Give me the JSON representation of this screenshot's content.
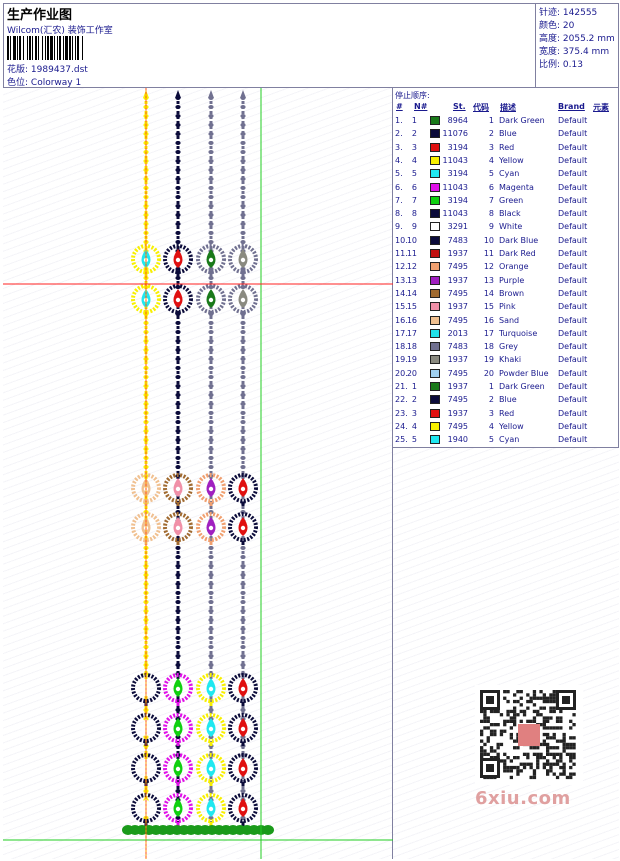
{
  "header": {
    "title": "生产作业图",
    "company": "Wilcom(汇农) 装饰工作室",
    "design_label": "花版:",
    "design_file": "1989437.dst",
    "colorway_label": "色位:",
    "colorway": "Colorway 1"
  },
  "specs": [
    {
      "label": "针迹:",
      "value": "142555"
    },
    {
      "label": "颜色:",
      "value": "20"
    },
    {
      "label": "高度:",
      "value": "2055.2 mm"
    },
    {
      "label": "宽度:",
      "value": "375.4 mm"
    },
    {
      "label": "比例:",
      "value": "0.13"
    }
  ],
  "stop_sequence": {
    "title": "停止顺序:",
    "columns": {
      "index": "#",
      "n": "N#",
      "st": "St.",
      "code": "代码",
      "desc": "描述",
      "brand": "Brand",
      "elem": "元素"
    },
    "rows": [
      {
        "index": "1.",
        "n": "1",
        "color": "#1a7a1a",
        "st": "8964",
        "code": "1",
        "desc": "Dark Green",
        "brand": "Default"
      },
      {
        "index": "2.",
        "n": "2",
        "color": "#0b0b3a",
        "st": "11076",
        "code": "2",
        "desc": "Blue",
        "brand": "Default"
      },
      {
        "index": "3.",
        "n": "3",
        "color": "#e01010",
        "st": "3194",
        "code": "3",
        "desc": "Red",
        "brand": "Default"
      },
      {
        "index": "4.",
        "n": "4",
        "color": "#f8f000",
        "st": "11043",
        "code": "4",
        "desc": "Yellow",
        "brand": "Default"
      },
      {
        "index": "5.",
        "n": "5",
        "color": "#20e8f0",
        "st": "3194",
        "code": "5",
        "desc": "Cyan",
        "brand": "Default"
      },
      {
        "index": "6.",
        "n": "6",
        "color": "#e010e8",
        "st": "11043",
        "code": "6",
        "desc": "Magenta",
        "brand": "Default"
      },
      {
        "index": "7.",
        "n": "7",
        "color": "#10d010",
        "st": "3194",
        "code": "7",
        "desc": "Green",
        "brand": "Default"
      },
      {
        "index": "8.",
        "n": "8",
        "color": "#0b0b3a",
        "st": "11043",
        "code": "8",
        "desc": "Black",
        "brand": "Default"
      },
      {
        "index": "9.",
        "n": "9",
        "color": "#ffffff",
        "st": "3291",
        "code": "9",
        "desc": "White",
        "brand": "Default"
      },
      {
        "index": "10.",
        "n": "10",
        "color": "#0b0b3a",
        "st": "7483",
        "code": "10",
        "desc": "Dark Blue",
        "brand": "Default"
      },
      {
        "index": "11.",
        "n": "11",
        "color": "#c01010",
        "st": "1937",
        "code": "11",
        "desc": "Dark Red",
        "brand": "Default"
      },
      {
        "index": "12.",
        "n": "12",
        "color": "#f0a070",
        "st": "7495",
        "code": "12",
        "desc": "Orange",
        "brand": "Default"
      },
      {
        "index": "13.",
        "n": "13",
        "color": "#a020c0",
        "st": "1937",
        "code": "13",
        "desc": "Purple",
        "brand": "Default"
      },
      {
        "index": "14.",
        "n": "14",
        "color": "#a06a30",
        "st": "7495",
        "code": "14",
        "desc": "Brown",
        "brand": "Default"
      },
      {
        "index": "15.",
        "n": "15",
        "color": "#f090a8",
        "st": "1937",
        "code": "15",
        "desc": "Pink",
        "brand": "Default"
      },
      {
        "index": "16.",
        "n": "16",
        "color": "#f0c090",
        "st": "7495",
        "code": "16",
        "desc": "Sand",
        "brand": "Default"
      },
      {
        "index": "17.",
        "n": "17",
        "color": "#20e0e8",
        "st": "2013",
        "code": "17",
        "desc": "Turquoise",
        "brand": "Default"
      },
      {
        "index": "18.",
        "n": "18",
        "color": "#707090",
        "st": "7483",
        "code": "18",
        "desc": "Grey",
        "brand": "Default"
      },
      {
        "index": "19.",
        "n": "19",
        "color": "#8a8a80",
        "st": "1937",
        "code": "19",
        "desc": "Khaki",
        "brand": "Default"
      },
      {
        "index": "20.",
        "n": "20",
        "color": "#a0d0f0",
        "st": "7495",
        "code": "20",
        "desc": "Powder Blue",
        "brand": "Default"
      },
      {
        "index": "21.",
        "n": "1",
        "color": "#1a7a1a",
        "st": "1937",
        "code": "1",
        "desc": "Dark Green",
        "brand": "Default"
      },
      {
        "index": "22.",
        "n": "2",
        "color": "#0b0b3a",
        "st": "7495",
        "code": "2",
        "desc": "Blue",
        "brand": "Default"
      },
      {
        "index": "23.",
        "n": "3",
        "color": "#e01010",
        "st": "1937",
        "code": "3",
        "desc": "Red",
        "brand": "Default"
      },
      {
        "index": "24.",
        "n": "4",
        "color": "#f8f000",
        "st": "7495",
        "code": "4",
        "desc": "Yellow",
        "brand": "Default"
      },
      {
        "index": "25.",
        "n": "5",
        "color": "#20e8f0",
        "st": "1940",
        "code": "5",
        "desc": "Cyan",
        "brand": "Default"
      }
    ]
  },
  "watermark": "6xiu.com",
  "strands": [
    {
      "chain": "#f8f000",
      "beads": [
        {
          "outer": "#f8f000",
          "inner": "#20e8f0",
          "dot": "#ffffff"
        },
        {
          "outer": "#f8f000",
          "inner": "#20e8f0",
          "dot": "#ffffff"
        },
        {
          "outer": "#f0c090",
          "inner": "#f0c090",
          "dot": "#ffffff"
        },
        {
          "outer": "#f0c090",
          "inner": "#f0c090",
          "dot": "#ffffff"
        },
        {
          "outer": "#0b0b3a",
          "inner": "#ffffff",
          "dot": "#ffffff"
        },
        {
          "outer": "#0b0b3a",
          "inner": "#ffffff",
          "dot": "#ffffff"
        },
        {
          "outer": "#0b0b3a",
          "inner": "#ffffff",
          "dot": "#ffffff"
        },
        {
          "outer": "#0b0b3a",
          "inner": "#ffffff",
          "dot": "#ffffff"
        }
      ]
    },
    {
      "chain": "#0b0b3a",
      "beads": [
        {
          "outer": "#0b0b3a",
          "inner": "#e01010",
          "dot": "#ffffff"
        },
        {
          "outer": "#0b0b3a",
          "inner": "#e01010",
          "dot": "#ffffff"
        },
        {
          "outer": "#a06a30",
          "inner": "#f090a8",
          "dot": "#ffffff"
        },
        {
          "outer": "#a06a30",
          "inner": "#f090a8",
          "dot": "#ffffff"
        },
        {
          "outer": "#e010e8",
          "inner": "#10d010",
          "dot": "#ffffff"
        },
        {
          "outer": "#e010e8",
          "inner": "#10d010",
          "dot": "#ffffff"
        },
        {
          "outer": "#e010e8",
          "inner": "#10d010",
          "dot": "#ffffff"
        },
        {
          "outer": "#e010e8",
          "inner": "#10d010",
          "dot": "#ffffff"
        }
      ]
    },
    {
      "chain": "#707090",
      "beads": [
        {
          "outer": "#707090",
          "inner": "#1a7a1a",
          "dot": "#ffffff"
        },
        {
          "outer": "#707090",
          "inner": "#1a7a1a",
          "dot": "#ffffff"
        },
        {
          "outer": "#f0a070",
          "inner": "#a020c0",
          "dot": "#ffffff"
        },
        {
          "outer": "#f0a070",
          "inner": "#a020c0",
          "dot": "#ffffff"
        },
        {
          "outer": "#f8f000",
          "inner": "#20e8f0",
          "dot": "#ffffff"
        },
        {
          "outer": "#f8f000",
          "inner": "#20e8f0",
          "dot": "#ffffff"
        },
        {
          "outer": "#f8f000",
          "inner": "#20e8f0",
          "dot": "#ffffff"
        },
        {
          "outer": "#f8f000",
          "inner": "#20e8f0",
          "dot": "#ffffff"
        }
      ]
    },
    {
      "chain": "#707090",
      "beads": [
        {
          "outer": "#707090",
          "inner": "#8a8a80",
          "dot": "#ffffff"
        },
        {
          "outer": "#707090",
          "inner": "#8a8a80",
          "dot": "#ffffff"
        },
        {
          "outer": "#0b0b3a",
          "inner": "#e01010",
          "dot": "#ffffff"
        },
        {
          "outer": "#0b0b3a",
          "inner": "#e01010",
          "dot": "#ffffff"
        },
        {
          "outer": "#0b0b3a",
          "inner": "#e01010",
          "dot": "#ffffff"
        },
        {
          "outer": "#0b0b3a",
          "inner": "#e01010",
          "dot": "#ffffff"
        },
        {
          "outer": "#0b0b3a",
          "inner": "#e01010",
          "dot": "#ffffff"
        },
        {
          "outer": "#0b0b3a",
          "inner": "#e01010",
          "dot": "#ffffff"
        }
      ]
    }
  ],
  "ground_color": "#1a9a1a",
  "guide_colors": {
    "vertical_orange": "#ff9900",
    "vertical_green": "#22cc22",
    "horizontal_red": "#ff2020",
    "bottom_green": "#22cc22"
  }
}
